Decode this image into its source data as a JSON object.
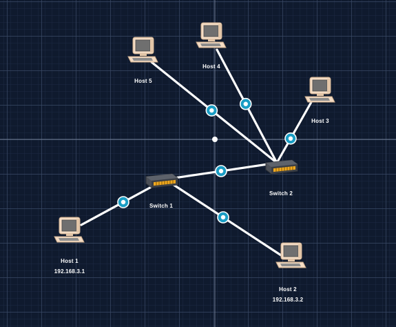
{
  "colors": {
    "background": "#0f1a2e",
    "link": "#ffffff",
    "link_marker": "#1a9dc4",
    "computer_body": "#f4dcc4",
    "computer_screen": "#6f6f6f",
    "switch_body": "#4b4f57",
    "switch_ports": "#f0a820"
  },
  "nodes": {
    "host1": {
      "label": "Host 1",
      "ip": "192.168.3.1",
      "icon": "computer-icon"
    },
    "host2": {
      "label": "Host 2",
      "ip": "192.168.3.2",
      "icon": "computer-icon"
    },
    "host3": {
      "label": "Host 3",
      "icon": "computer-icon"
    },
    "host4": {
      "label": "Host 4",
      "icon": "computer-icon"
    },
    "host5": {
      "label": "Host 5",
      "icon": "computer-icon"
    },
    "switch1": {
      "label": "Switch 1",
      "icon": "switch-icon"
    },
    "switch2": {
      "label": "Switch 2",
      "icon": "switch-icon"
    }
  },
  "links": [
    {
      "from": "host1",
      "to": "switch1"
    },
    {
      "from": "switch1",
      "to": "host2"
    },
    {
      "from": "switch1",
      "to": "switch2"
    },
    {
      "from": "host5",
      "to": "switch2"
    },
    {
      "from": "host4",
      "to": "switch2"
    },
    {
      "from": "host3",
      "to": "switch2"
    }
  ]
}
